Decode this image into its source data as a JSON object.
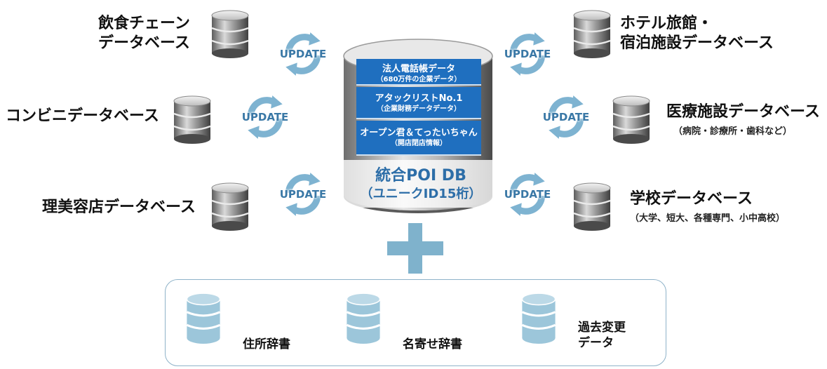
{
  "sources_left": [
    {
      "label_line1": "飲食チェーン",
      "label_line2": "データベース"
    },
    {
      "label_line1": "コンビニデータベース"
    },
    {
      "label_line1": "理美容店データベース"
    }
  ],
  "sources_right": [
    {
      "label_line1": "ホテル旅館・",
      "label_line2": "宿泊施設データベース"
    },
    {
      "label_line1": "医療施設データベース",
      "note": "（病院・診療所・歯科など）"
    },
    {
      "label_line1": "学校データベース",
      "note": "（大学、短大、各種専門、小中高校）"
    }
  ],
  "update_label": "UPDATE",
  "core": {
    "layers": [
      {
        "title": "法人電話帳データ",
        "sub": "（680万件の企業データ）"
      },
      {
        "title": "アタックリストNo.1",
        "sub": "（企業財務データデータ）"
      },
      {
        "title": "オープン君＆てったいちゃん",
        "sub": "（開店閉店情報）"
      }
    ],
    "title": "統合POI DB",
    "subtitle": "（ユニークID15桁）"
  },
  "supplements": [
    {
      "label": "住所辞書"
    },
    {
      "label": "名寄せ辞書"
    },
    {
      "label_line1": "過去変更",
      "label_line2": "データ"
    }
  ],
  "colors": {
    "core_blue": "#1f6fbf",
    "cycle_blue": "#7eb3d1",
    "plus_blue": "#7fb2cc",
    "panel_border": "#8fb3c9",
    "supp_db": "#9cc6da"
  }
}
